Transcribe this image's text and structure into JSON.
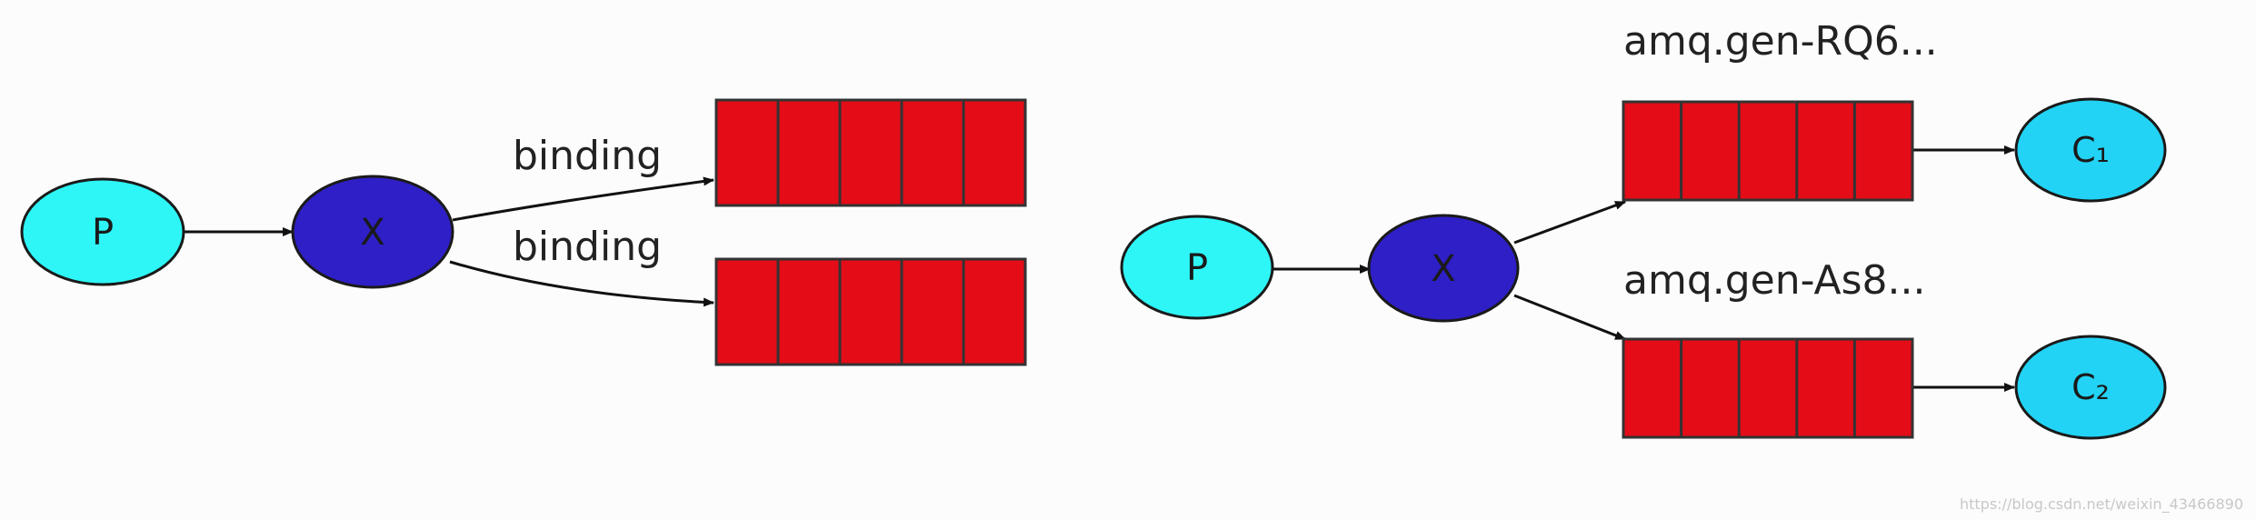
{
  "colors": {
    "producer": "#2ef6f6",
    "exchange": "#2f1fc7",
    "queue": "#e30c17",
    "consumer": "#22d3f5",
    "stroke": "#1a1a1a",
    "arrow": "#111111"
  },
  "diagram_left": {
    "producer": "P",
    "exchange": "X",
    "binding_top": "binding",
    "binding_bottom": "binding",
    "queue_slots": 5
  },
  "diagram_right": {
    "producer": "P",
    "exchange": "X",
    "queue1_name": "amq.gen-RQ6...",
    "queue2_name": "amq.gen-As8...",
    "consumer1": "C₁",
    "consumer2": "C₂",
    "queue_slots": 5
  },
  "watermark": "https://blog.csdn.net/weixin_43466890"
}
